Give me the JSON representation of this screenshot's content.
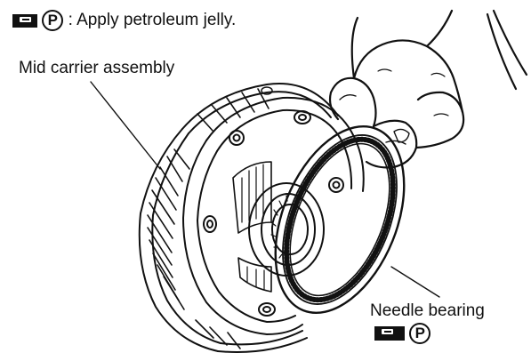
{
  "legend": {
    "icon": "petroleum-jelly-icon",
    "symbol": "P",
    "text": ": Apply petroleum jelly."
  },
  "labels": {
    "mid_carrier": "Mid carrier assembly",
    "needle_bearing": "Needle bearing",
    "needle_bearing_symbol": "P",
    "needle_bearing_icon": "petroleum-jelly-icon"
  },
  "colors": {
    "ink": "#111111",
    "paper": "#ffffff"
  }
}
